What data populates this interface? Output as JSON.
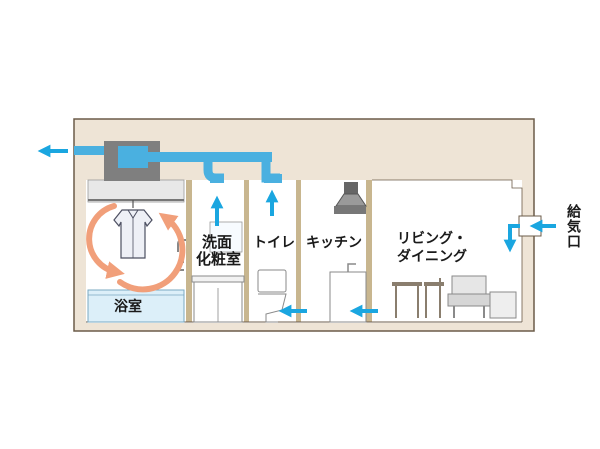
{
  "labels": {
    "bathroom": "浴室",
    "washroom_line1": "洗面",
    "washroom_line2": "化粧室",
    "toilet": "トイレ",
    "kitchen": "キッチン",
    "living_line1": "リビング・",
    "living_line2": "ダイニング",
    "supply_inlet": "給気口"
  },
  "colors": {
    "house_fill": "#eee4d6",
    "wall_outline": "#6b5b48",
    "partition": "#c8b68f",
    "duct": "#4ab0e0",
    "arrow": "#1aa6e0",
    "circulation_arrow": "#f19f7a",
    "fan_box": "#7f7f7f",
    "tub": "#dceff9"
  },
  "icons": [
    "ventilation-fan-icon",
    "shirt-icon",
    "range-hood-icon",
    "sofa-icon",
    "dining-chair-icon",
    "toilet-icon"
  ]
}
